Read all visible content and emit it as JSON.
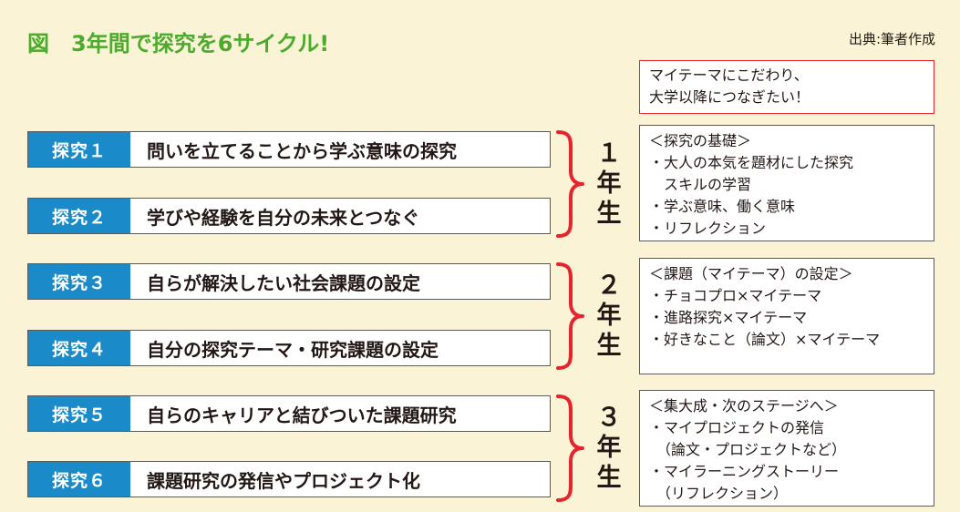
{
  "title": "図　3年間で探究を6サイクル!",
  "source": "出典:筆者作成",
  "colors": {
    "accent_green": "#4CAA2C",
    "tag_blue": "#1A8BC8",
    "brace_red": "#E5242C",
    "background": "#FBF3D5"
  },
  "top_box": [
    "マイテーマにこだわり、",
    "大学以降につなぎたい！"
  ],
  "rows": [
    {
      "tag": "探究１",
      "text": "問いを立てることから学ぶ意味の探究"
    },
    {
      "tag": "探究２",
      "text": "学びや経験を自分の未来とつなぐ"
    },
    {
      "tag": "探究３",
      "text": "自らが解決したい社会課題の設定"
    },
    {
      "tag": "探究４",
      "text": "自分の探究テーマ・研究課題の設定"
    },
    {
      "tag": "探究５",
      "text": "自らのキャリアと結びついた課題研究"
    },
    {
      "tag": "探究６",
      "text": "課題研究の発信やプロジェクト化"
    }
  ],
  "years": [
    {
      "num": "１",
      "nen": "年",
      "sei": "生"
    },
    {
      "num": "２",
      "nen": "年",
      "sei": "生"
    },
    {
      "num": "３",
      "nen": "年",
      "sei": "生"
    }
  ],
  "boxes": [
    [
      "＜探究の基礎＞",
      "・大人の本気を題材にした探究",
      "　スキルの学習",
      "・学ぶ意味、働く意味",
      "・リフレクション"
    ],
    [
      "＜課題（マイテーマ）の設定＞",
      "・チョコプロ×マイテーマ",
      "・進路探究×マイテーマ",
      "・好きなこと（論文）×マイテーマ"
    ],
    [
      "＜集大成・次のステージへ＞",
      "・マイプロジェクトの発信",
      "　（論文・プロジェクトなど）",
      "・マイラーニングストーリー",
      "　（リフレクション）"
    ]
  ]
}
